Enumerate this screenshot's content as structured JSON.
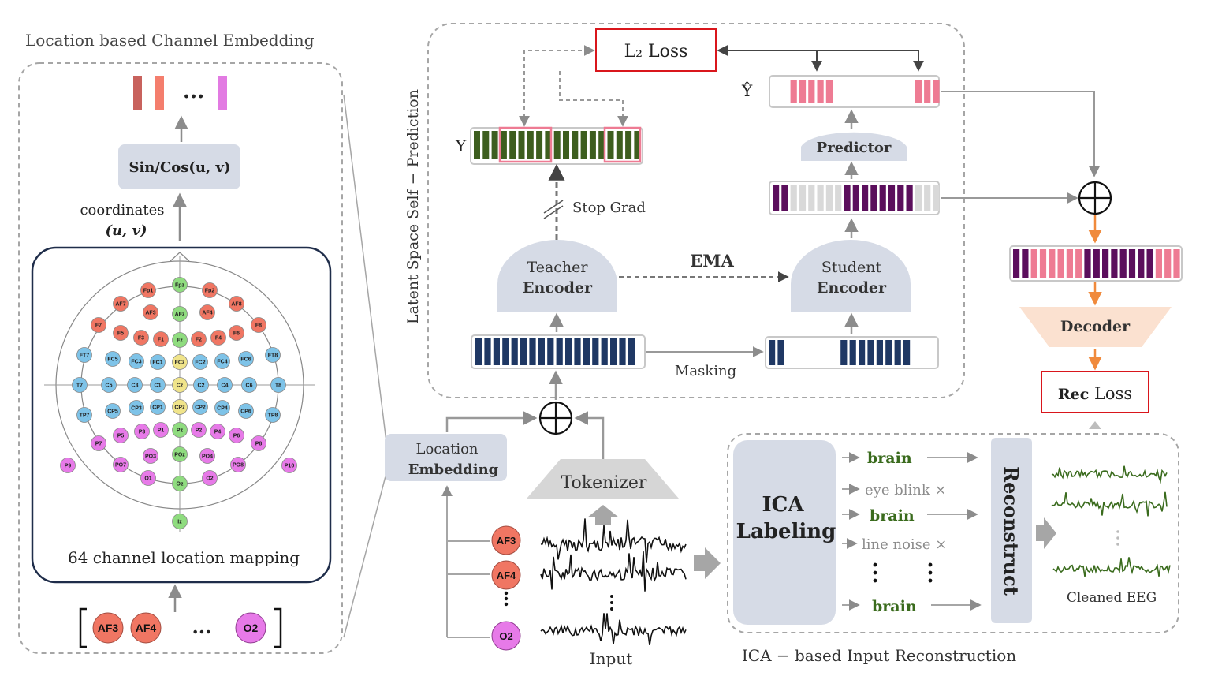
{
  "left_panel": {
    "title": "Location based Channel Embedding",
    "dots": "...",
    "sincos": "Sin/Cos(u, v)",
    "coord_label": "coordinates",
    "coord_vars": "(u, v)",
    "map_caption": "64 channel location mapping",
    "bottom_channels": [
      "AF3",
      "AF4",
      "O2"
    ],
    "bottom_dots": "..."
  },
  "electrodes": [
    {
      "label": "Fpz",
      "c": "g"
    },
    {
      "label": "Fp1",
      "c": "r"
    },
    {
      "label": "Fp2",
      "c": "r"
    },
    {
      "label": "AF7",
      "c": "r"
    },
    {
      "label": "AF3",
      "c": "r"
    },
    {
      "label": "AFz",
      "c": "g"
    },
    {
      "label": "AF4",
      "c": "r"
    },
    {
      "label": "AF8",
      "c": "r"
    },
    {
      "label": "F7",
      "c": "r"
    },
    {
      "label": "F5",
      "c": "r"
    },
    {
      "label": "F3",
      "c": "r"
    },
    {
      "label": "F1",
      "c": "r"
    },
    {
      "label": "Fz",
      "c": "g"
    },
    {
      "label": "F2",
      "c": "r"
    },
    {
      "label": "F4",
      "c": "r"
    },
    {
      "label": "F6",
      "c": "r"
    },
    {
      "label": "F8",
      "c": "r"
    },
    {
      "label": "FT7",
      "c": "b"
    },
    {
      "label": "FC5",
      "c": "b"
    },
    {
      "label": "FC3",
      "c": "b"
    },
    {
      "label": "FC1",
      "c": "b"
    },
    {
      "label": "FCz",
      "c": "y"
    },
    {
      "label": "FC2",
      "c": "b"
    },
    {
      "label": "FC4",
      "c": "b"
    },
    {
      "label": "FC6",
      "c": "b"
    },
    {
      "label": "FT8",
      "c": "b"
    },
    {
      "label": "T7",
      "c": "b"
    },
    {
      "label": "C5",
      "c": "b"
    },
    {
      "label": "C3",
      "c": "b"
    },
    {
      "label": "C1",
      "c": "b"
    },
    {
      "label": "Cz",
      "c": "y"
    },
    {
      "label": "C2",
      "c": "b"
    },
    {
      "label": "C4",
      "c": "b"
    },
    {
      "label": "C6",
      "c": "b"
    },
    {
      "label": "T8",
      "c": "b"
    },
    {
      "label": "TP7",
      "c": "b"
    },
    {
      "label": "CP5",
      "c": "b"
    },
    {
      "label": "CP3",
      "c": "b"
    },
    {
      "label": "CP1",
      "c": "b"
    },
    {
      "label": "CPz",
      "c": "y"
    },
    {
      "label": "CP2",
      "c": "b"
    },
    {
      "label": "CP4",
      "c": "b"
    },
    {
      "label": "CP6",
      "c": "b"
    },
    {
      "label": "TP8",
      "c": "b"
    },
    {
      "label": "P7",
      "c": "m"
    },
    {
      "label": "P5",
      "c": "m"
    },
    {
      "label": "P3",
      "c": "m"
    },
    {
      "label": "P1",
      "c": "m"
    },
    {
      "label": "Pz",
      "c": "g"
    },
    {
      "label": "P2",
      "c": "m"
    },
    {
      "label": "P4",
      "c": "m"
    },
    {
      "label": "P6",
      "c": "m"
    },
    {
      "label": "P8",
      "c": "m"
    },
    {
      "label": "P9",
      "c": "m"
    },
    {
      "label": "PO7",
      "c": "m"
    },
    {
      "label": "PO3",
      "c": "m"
    },
    {
      "label": "POz",
      "c": "g"
    },
    {
      "label": "PO4",
      "c": "m"
    },
    {
      "label": "PO8",
      "c": "m"
    },
    {
      "label": "P10",
      "c": "m"
    },
    {
      "label": "O1",
      "c": "m"
    },
    {
      "label": "Oz",
      "c": "g"
    },
    {
      "label": "O2",
      "c": "m"
    },
    {
      "label": "Iz",
      "c": "g"
    }
  ],
  "electrode_colors": {
    "r": "#f07663",
    "g": "#8fdc7f",
    "b": "#7ec3e8",
    "y": "#f0e48a",
    "m": "#e77ae8"
  },
  "latent": {
    "section_label": "Latent Space Self − Prediction",
    "loss_label": "L₂ Loss",
    "y_label": "Y",
    "yhat_label": "Ŷ",
    "stop_grad": "Stop Grad",
    "teacher_line1": "Teacher",
    "teacher_line2": "Encoder",
    "ema": "EMA",
    "student_line1": "Student",
    "student_line2": "Encoder",
    "predictor": "Predictor",
    "masking": "Masking"
  },
  "bottom_center": {
    "location_line1": "Location",
    "location_line2": "Embedding",
    "tokenizer": "Tokenizer",
    "input_label": "Input",
    "channels": [
      "AF3",
      "AF4",
      "O2"
    ]
  },
  "right": {
    "decoder": "Decoder",
    "rec_loss_bold": "Rec",
    "rec_loss_rest": " Loss"
  },
  "ica": {
    "caption": "ICA − based Input Reconstruction",
    "labeling_line1": "ICA",
    "labeling_line2": "Labeling",
    "items": [
      "brain",
      "eye blink ×",
      "brain",
      "line noise ×",
      "brain"
    ],
    "reconstruct": "Reconstruct",
    "cleaned": "Cleaned EEG"
  },
  "colors": {
    "dark_green": "#3d5e1f",
    "navy": "#1f3864",
    "purple": "#5b0e5c",
    "pink": "#ee7b93",
    "light_grey": "#d9d9d9",
    "panel_fill": "#d6dbe6",
    "arrow_grey": "#9a9a9a",
    "orange": "#f08a3c",
    "red_box": "#d9161c",
    "decoder_fill": "#fbe1d0"
  }
}
